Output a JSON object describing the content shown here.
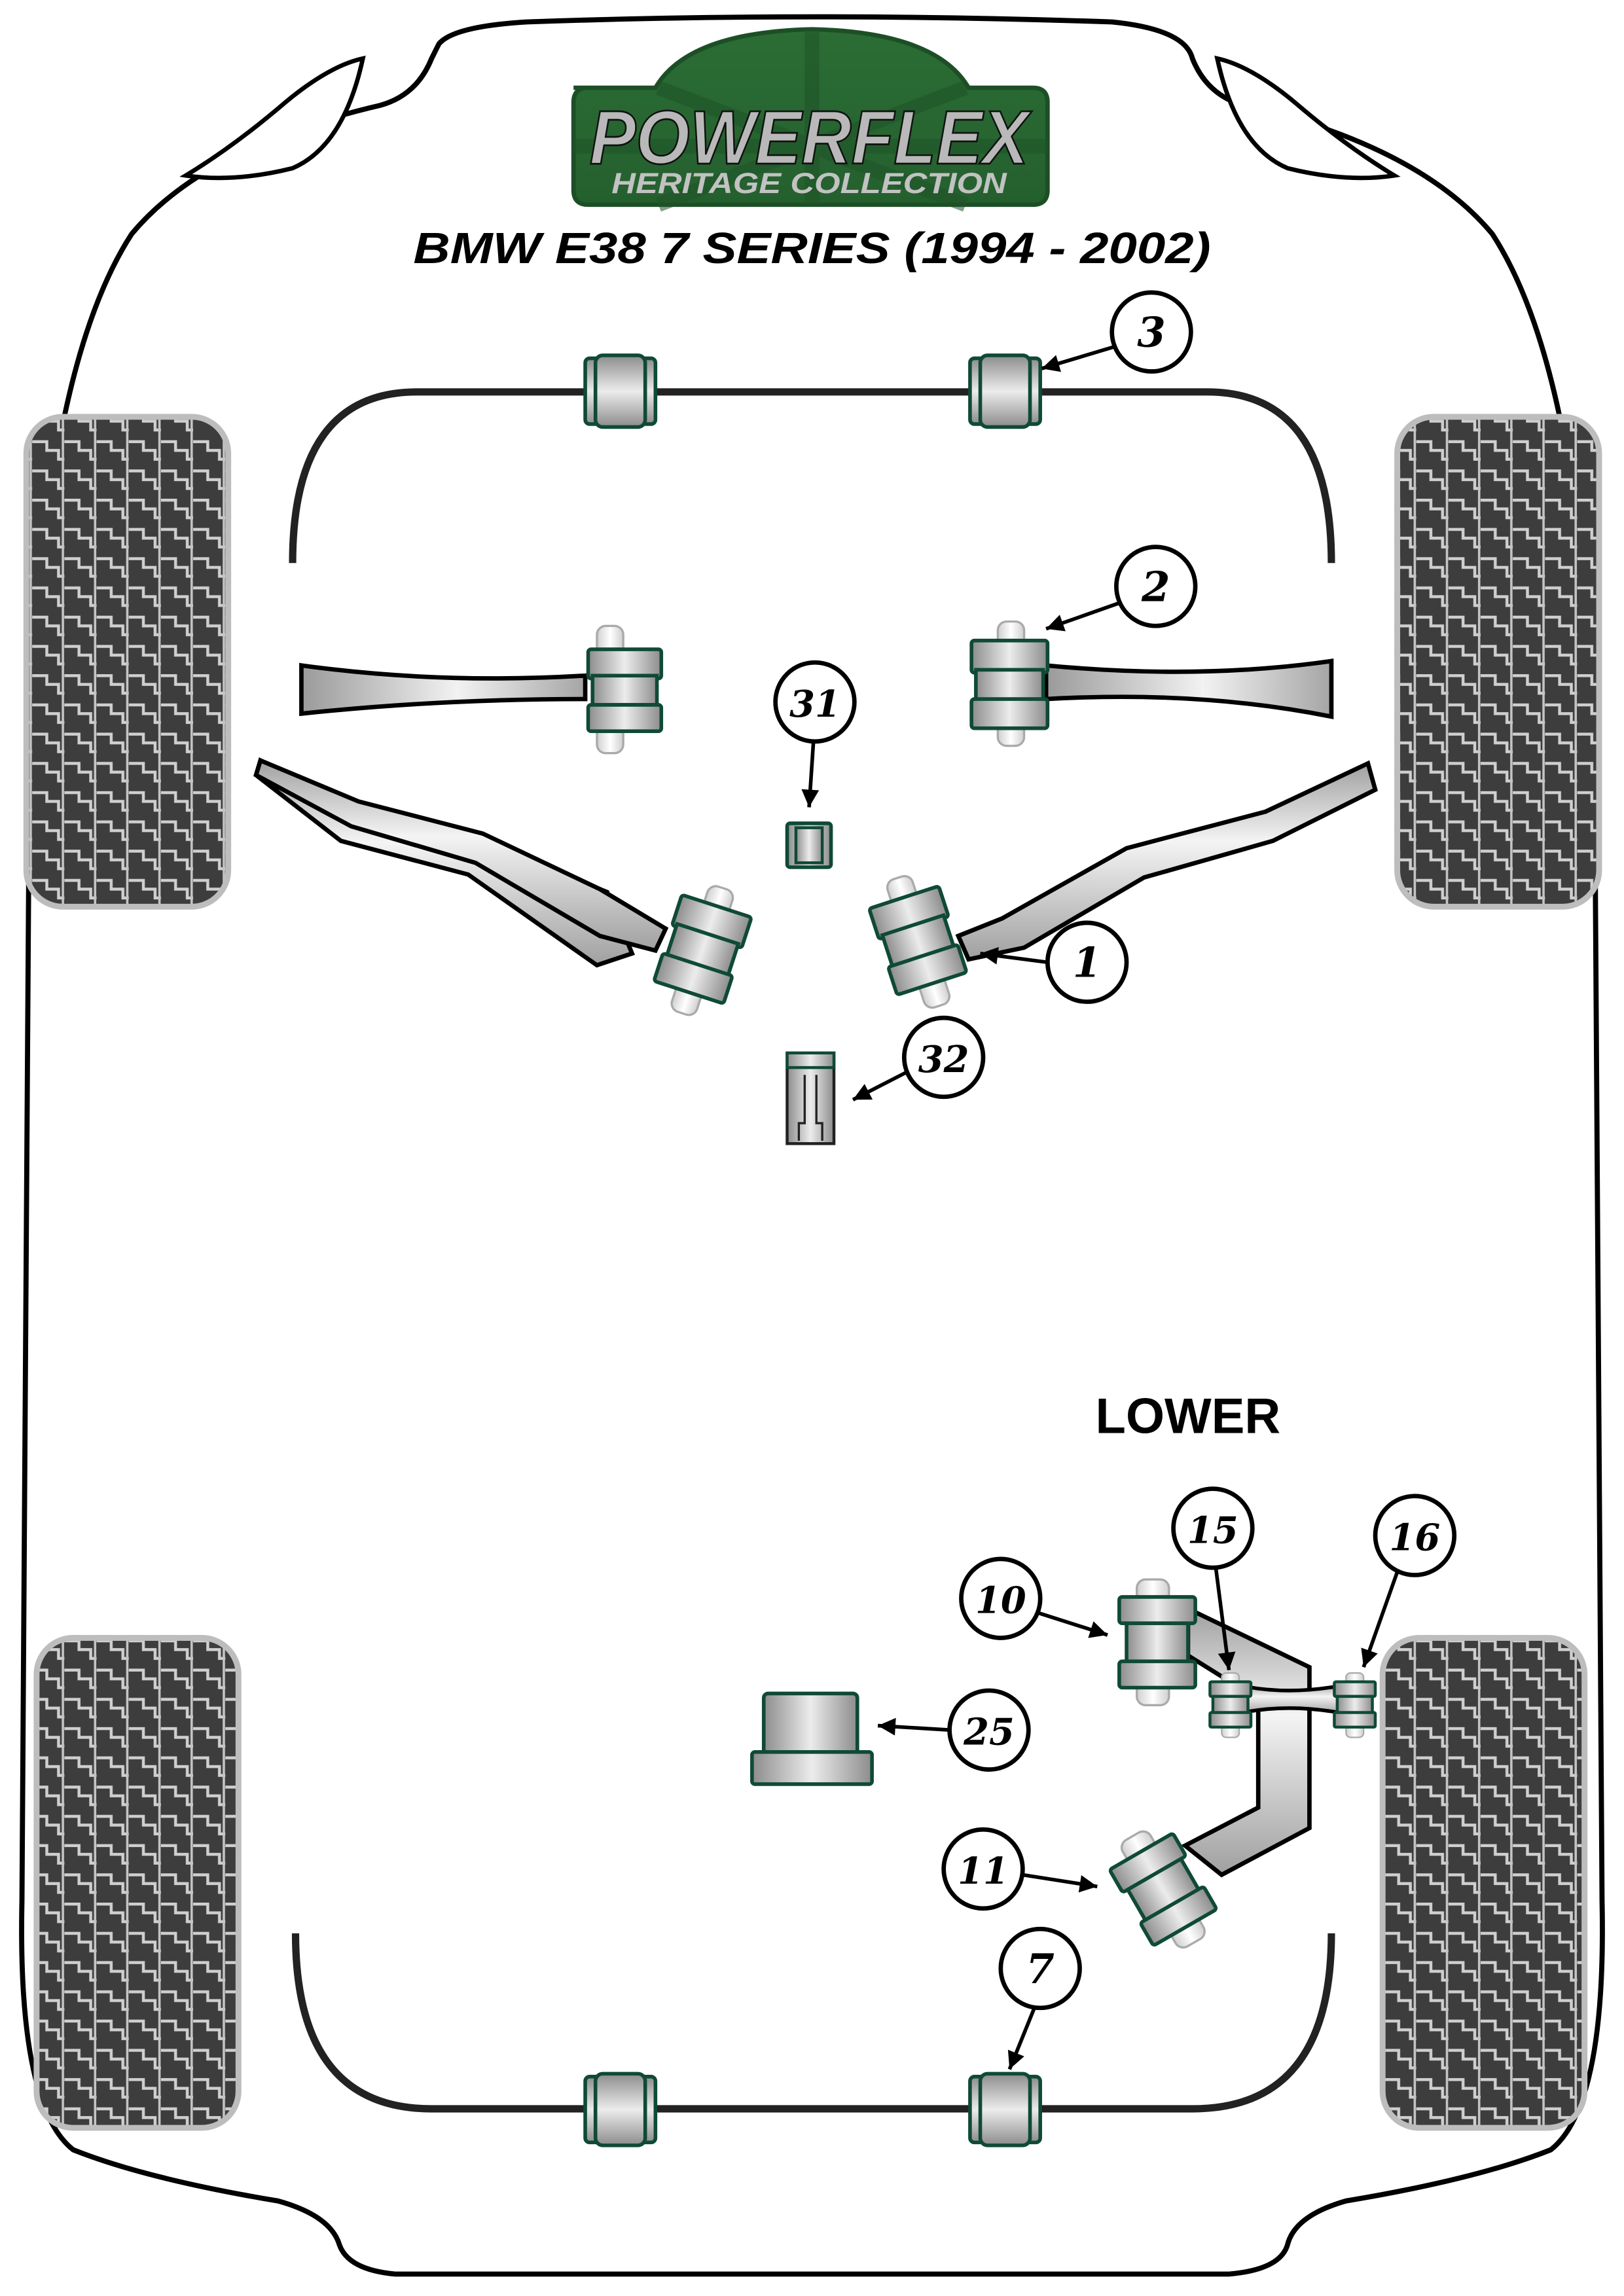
{
  "logo": {
    "brand": "POWERFLEX",
    "subtitle": "HERITAGE COLLECTION",
    "colors": {
      "green": "#2a6a33",
      "green_dark": "#1d4f26",
      "text": "#b9b9b9",
      "border": "#ffffff"
    }
  },
  "title": "BMW E38 7 SERIES (1994 - 2002)",
  "section_labels": {
    "lower": "LOWER"
  },
  "colors": {
    "bushing_outline": "#0f4a36",
    "outline": "#000000",
    "tyre_block": "#3d3d3d",
    "tyre_groove": "#c8c8c8",
    "metal_light": "#eeeeee",
    "metal_dark": "#8e8e8e"
  },
  "callouts": [
    {
      "id": "3",
      "label": "3",
      "part": "front-anti-roll-bar-bush"
    },
    {
      "id": "2",
      "label": "2",
      "part": "front-upper-arm-bush"
    },
    {
      "id": "31",
      "label": "31",
      "part": "center-small-bush"
    },
    {
      "id": "1",
      "label": "1",
      "part": "front-lower-arm-bush"
    },
    {
      "id": "32",
      "label": "32",
      "part": "center-insert-bush"
    },
    {
      "id": "10",
      "label": "10",
      "part": "rear-arm-upper-bush"
    },
    {
      "id": "15",
      "label": "15",
      "part": "rear-link-inner-bush"
    },
    {
      "id": "16",
      "label": "16",
      "part": "rear-link-outer-bush"
    },
    {
      "id": "25",
      "label": "25",
      "part": "rear-flanged-bush"
    },
    {
      "id": "11",
      "label": "11",
      "part": "rear-arm-lower-bush"
    },
    {
      "id": "7",
      "label": "7",
      "part": "rear-anti-roll-bar-bush"
    }
  ]
}
